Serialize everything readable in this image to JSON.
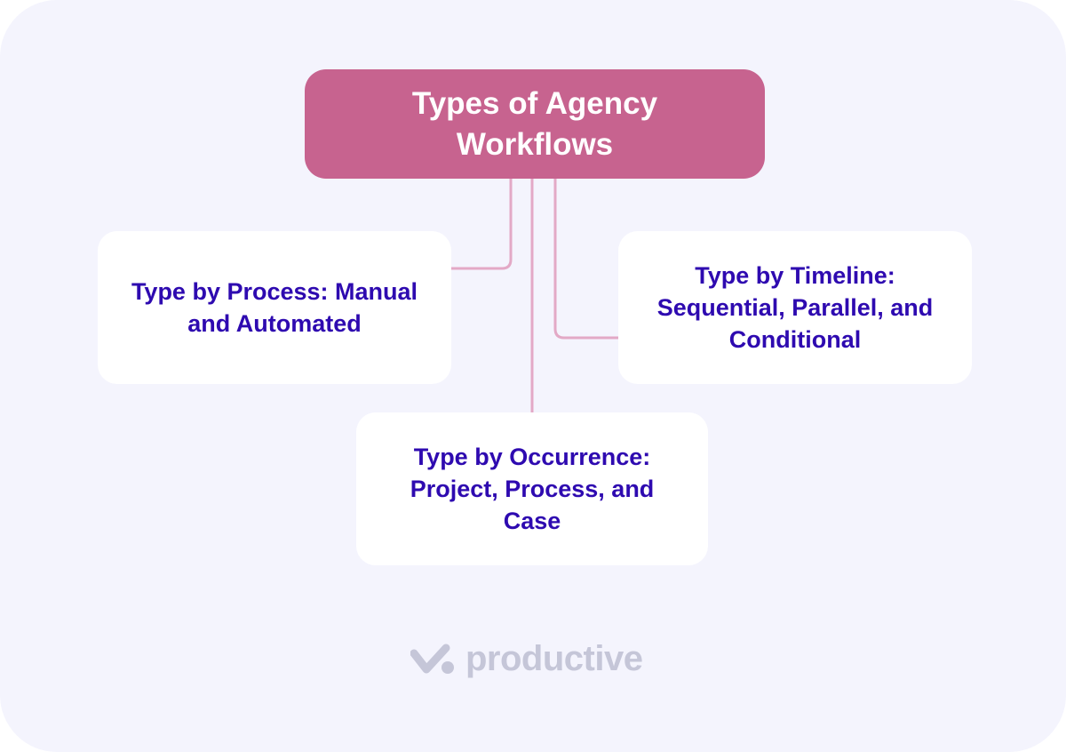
{
  "diagram": {
    "title": "Types of Agency Workflows",
    "nodes": [
      {
        "id": "process",
        "label": "Type by Process: Manual and Automated"
      },
      {
        "id": "timeline",
        "label": "Type by Timeline: Sequential, Parallel, and Conditional"
      },
      {
        "id": "occurrence",
        "label": "Type by Occurrence: Project, Process, and Case"
      }
    ],
    "colors": {
      "background": "#f4f4fd",
      "title_fill": "#c7638f",
      "title_text": "#ffffff",
      "node_fill": "#ffffff",
      "node_text": "#2e0ab0",
      "connector": "#e3a9c6"
    }
  },
  "branding": {
    "logo_icon": "productive-check-icon",
    "wordmark": "productive"
  }
}
